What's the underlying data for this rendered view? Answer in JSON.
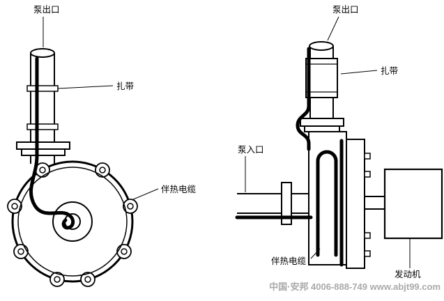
{
  "left_view": {
    "outlet_label": "泵出口",
    "tie_label": "扎带",
    "cable_label": "伴热电缆"
  },
  "right_view": {
    "outlet_label": "泵出口",
    "tie_label": "扎带",
    "inlet_label": "泵入口",
    "cable_label": "伴热电缆",
    "engine_label": "发动机"
  },
  "watermark": "中国·安邦 4006-888-749 www.abjt99.com",
  "colors": {
    "line": "#000000",
    "watermark": "#a9a9a9",
    "background": "#ffffff"
  }
}
